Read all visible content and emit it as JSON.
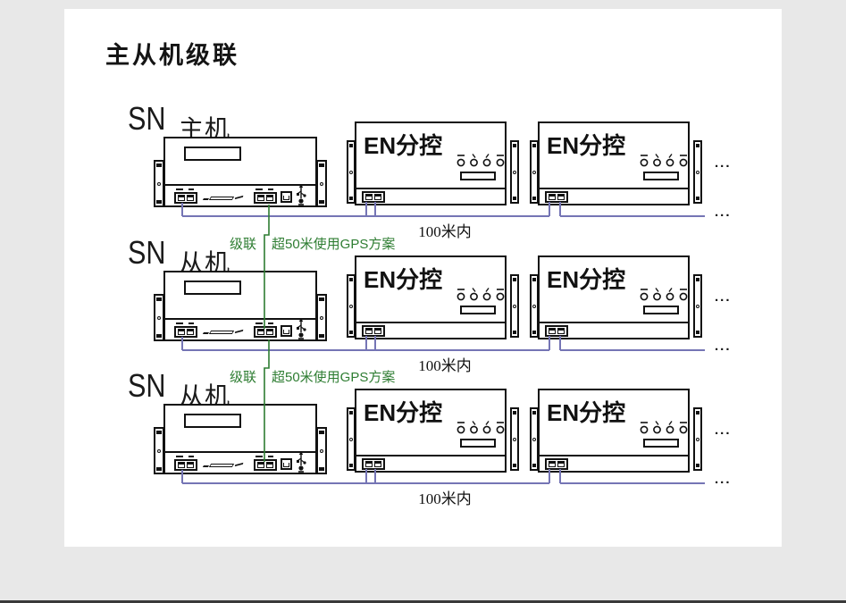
{
  "title": "主从机级联",
  "wire_colors": {
    "data_line": "#7575b5",
    "cascade_line": "#2e7d32"
  },
  "cascade_notes": [
    {
      "prefix": "级联",
      "suffix": "超50米使用GPS方案"
    },
    {
      "prefix": "级联",
      "suffix": "超50米使用GPS方案"
    }
  ],
  "rows": [
    {
      "sn": {
        "model": "SN",
        "role": "主机"
      },
      "en_units": [
        {
          "label": "EN分控"
        },
        {
          "label": "EN分控"
        }
      ],
      "distance": "100米内",
      "ellipsis_device": "...",
      "ellipsis_wire": "..."
    },
    {
      "sn": {
        "model": "SN",
        "role": "从机"
      },
      "en_units": [
        {
          "label": "EN分控"
        },
        {
          "label": "EN分控"
        }
      ],
      "distance": "100米内",
      "ellipsis_device": "...",
      "ellipsis_wire": "..."
    },
    {
      "sn": {
        "model": "SN",
        "role": "从机"
      },
      "en_units": [
        {
          "label": "EN分控"
        },
        {
          "label": "EN分控"
        }
      ],
      "distance": "100米内",
      "ellipsis_device": "...",
      "ellipsis_wire": "..."
    }
  ]
}
